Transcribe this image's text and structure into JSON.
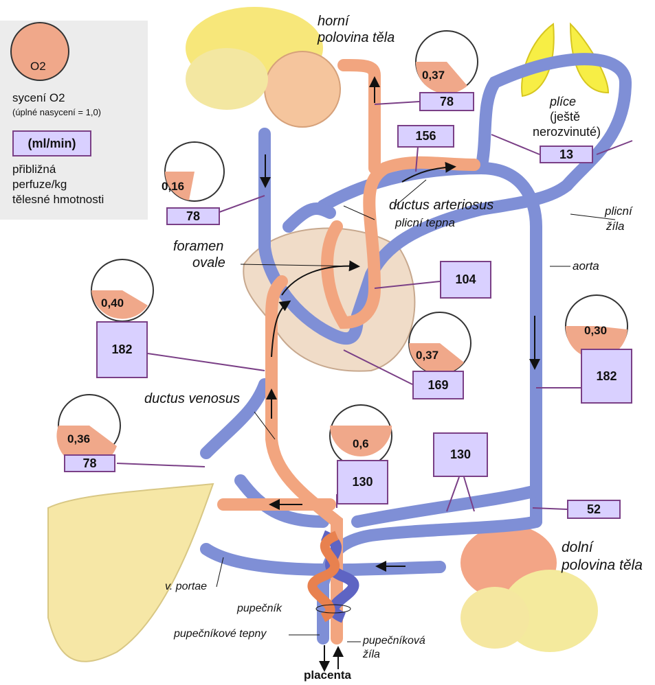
{
  "legend": {
    "circle_label": "O2",
    "saturation_label": "sycení O2",
    "saturation_note": "(úplné nasycení = 1,0)",
    "flow_unit": "(ml/min)",
    "flow_desc_1": "přibližná",
    "flow_desc_2": "perfuze/kg",
    "flow_desc_3": "tělesné hmotnosti"
  },
  "labels": {
    "upper_body_1": "horní",
    "upper_body_2": "polovina těla",
    "lungs_1": "plíce",
    "lungs_2": "(ještě",
    "lungs_3": "nerozvinuté)",
    "ductus_arteriosus": "ductus arteriosus",
    "pulmonary_artery": "plicní tepna",
    "pulmonary_vein_1": "plicní",
    "pulmonary_vein_2": "žíla",
    "foramen_ovale_1": "foramen",
    "foramen_ovale_2": "ovale",
    "aorta": "aorta",
    "ductus_venosus": "ductus venosus",
    "portal_vein": "v. portae",
    "umbilical_cord": "pupečník",
    "umbilical_arteries": "pupečníkové tepny",
    "umbilical_vein_1": "pupečníková",
    "umbilical_vein_2": "žíla",
    "lower_body_1": "dolní",
    "lower_body_2": "polovina těla",
    "placenta": "placenta"
  },
  "saturation": {
    "upper_body": "0,37",
    "svc": "0,16",
    "ivc_upper": "0,40",
    "right_ventricle": "0,37",
    "descending_aorta": "0,30",
    "liver_vein": "0,36",
    "umbilical_vein": "0,6"
  },
  "flows": {
    "upper_body": "78",
    "ductus_arteriosus": "156",
    "lungs": "13",
    "svc": "78",
    "left_ventricle": "104",
    "ivc": "182",
    "right_ventricle": "169",
    "descending_aorta": "182",
    "hepatic": "78",
    "umbilical_vein": "130",
    "umbilical_arteries": "130",
    "lower_body": "52"
  },
  "colors": {
    "oxygenated": "#f2a57f",
    "deoxygenated": "#7f8fd6",
    "box_fill": "#d9d0ff",
    "box_border": "#7a3f86"
  }
}
